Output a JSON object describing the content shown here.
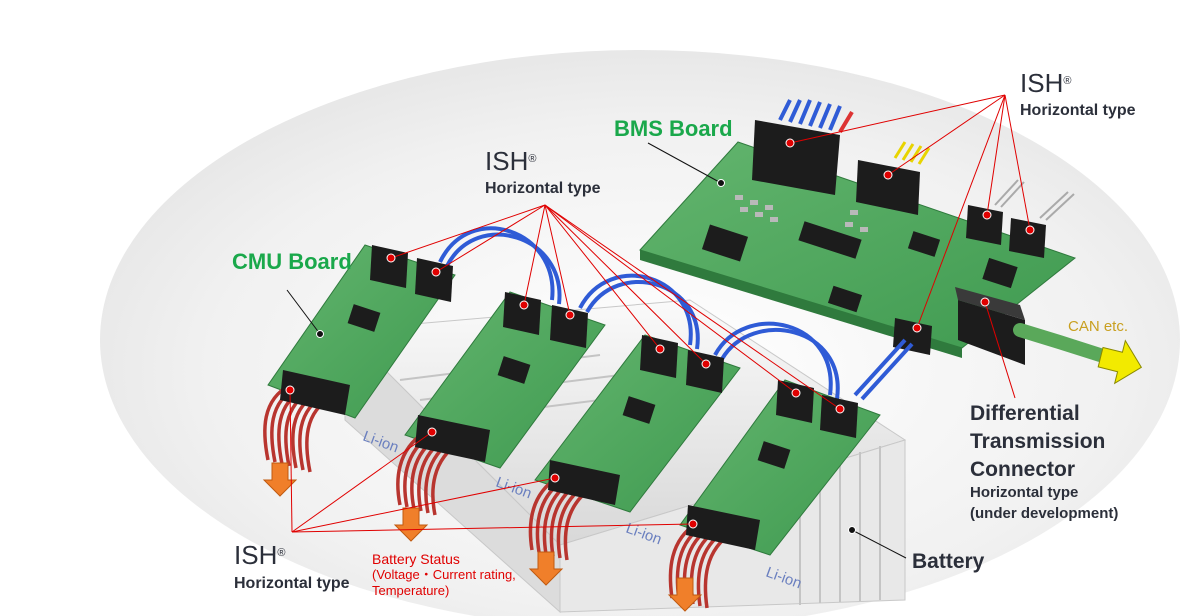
{
  "labels": {
    "bms_board": "BMS Board",
    "cmu_board": "CMU Board",
    "ish": "ISH",
    "registered": "®",
    "horizontal_type": "Horizontal type",
    "differential_line1": "Differential",
    "differential_line2": "Transmission",
    "differential_line3": "Connector",
    "diff_horizontal_type": "Horizontal type",
    "under_development": "(under development)",
    "can": "CAN etc.",
    "battery": "Battery",
    "battery_status_line1": "Battery Status",
    "battery_status_line2": "(Voltage・Current rating,",
    "battery_status_line3": "Temperature)",
    "li_ion": "Li-ion"
  },
  "colors": {
    "board_green": "#4aa55a",
    "label_green": "#1aa84b",
    "callout_red": "#e00000",
    "cable_blue": "#2f5bd6",
    "ribbon_red": "#b8352f",
    "arrow_orange": "#f07f2a",
    "arrow_yellow": "#f2ea00",
    "can_text": "#c9a020"
  }
}
